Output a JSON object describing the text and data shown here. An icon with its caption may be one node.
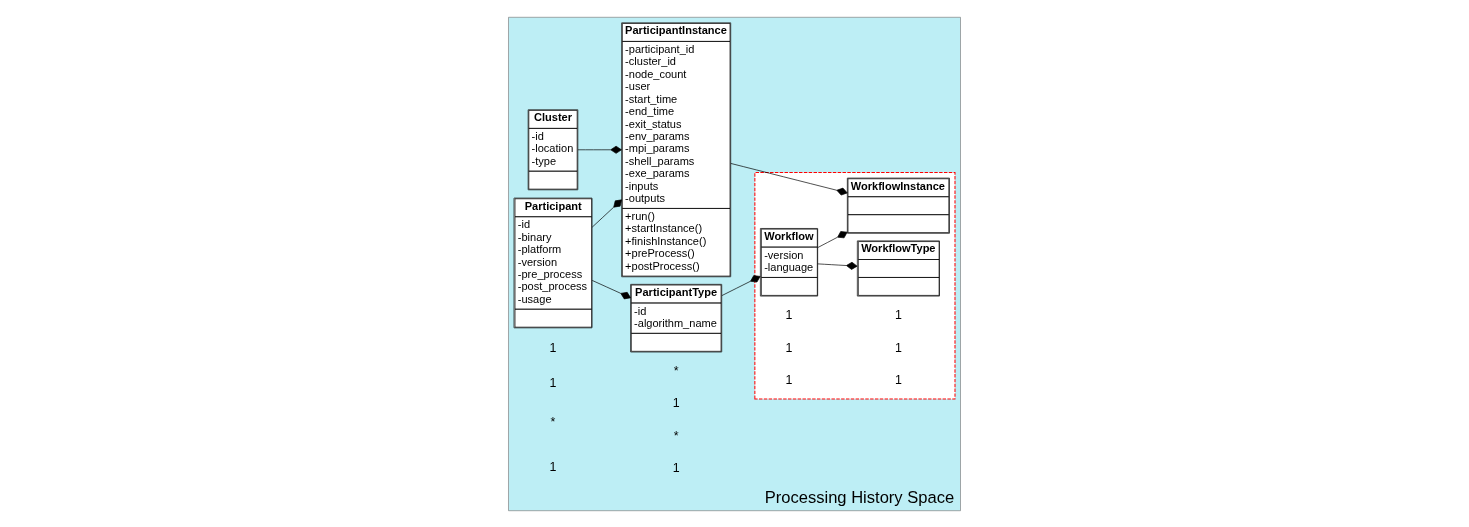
{
  "diagram": {
    "nodes": [
      {
        "text": [
          "Processing History Space"
        ]
      },
      {
        "text": [
          "Cluster",
          "-id",
          "-location",
          "-type"
        ],
        "in": 0
      },
      {
        "text": [
          "ParticipantInstance",
          "-participant_id",
          "-cluster_id",
          "-node_count",
          "-user",
          "-start_time",
          "-end_time",
          "-exit_status",
          "-env_params",
          "-mpi_params",
          "-shell_params",
          "-exe_params",
          "-inputs",
          "-outputs",
          "+run()",
          "+startInstance()",
          "+finishInstance()",
          "+preProcess()",
          "+postProcess()"
        ],
        "in": 0
      },
      {
        "text": [],
        "shape": "polygon",
        "in": 0
      },
      {
        "text": [
          "WorkflowInstance"
        ],
        "in": 3
      },
      {
        "text": [
          "Workflow",
          "-version",
          "-language"
        ],
        "in": 3
      },
      {
        "text": [
          "WorkflowType"
        ],
        "in": 3
      },
      {
        "text": [
          "Participant",
          "-id",
          "-binary",
          "-platform",
          "-version",
          "-pre_process",
          "-post_process",
          "-usage"
        ],
        "in": 0
      },
      {
        "text": [
          "ParticipantType",
          "-id",
          "-algorithm_name"
        ],
        "in": 0
      }
    ],
    "edges": [
      {
        "from": 1,
        "to": 2,
        "arrow": "other"
      },
      {
        "from": 2,
        "to": 4,
        "arrow": "other"
      },
      {
        "from": 5,
        "to": 4,
        "arrow": "other"
      },
      {
        "from": 5,
        "to": 6,
        "arrow": "other"
      },
      {
        "from": 8,
        "to": 5,
        "arrow": "other"
      },
      {
        "from": 7,
        "to": 2,
        "arrow": "other"
      },
      {
        "from": 7,
        "to": 8,
        "arrow": "other"
      }
    ],
    "labels": [
      "*",
      "1",
      "1",
      "1",
      "1",
      "1",
      "1",
      "1",
      "1",
      "*",
      "1",
      "*",
      "1",
      "1"
    ]
  }
}
